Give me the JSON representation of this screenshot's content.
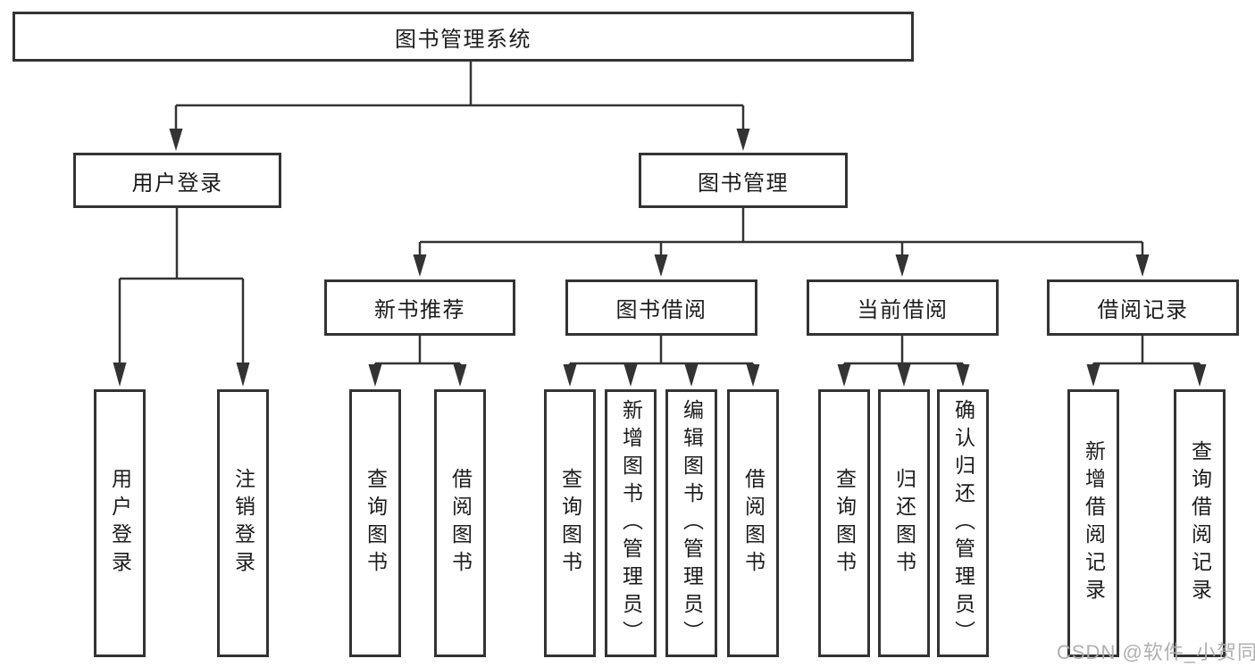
{
  "diagram_title": "图书管理系统",
  "nodes": {
    "root": {
      "label": "图书管理系统"
    },
    "user_login": {
      "label": "用户登录"
    },
    "book_mgmt": {
      "label": "图书管理"
    },
    "new_book_rec": {
      "label": "新书推荐"
    },
    "book_borrow": {
      "label": "图书借阅"
    },
    "current_borrow": {
      "label": "当前借阅"
    },
    "borrow_records": {
      "label": "借阅记录"
    },
    "leaf_user_login": {
      "label": "用户登录"
    },
    "leaf_logout": {
      "label": "注销登录"
    },
    "leaf_query_book_newrec": {
      "label": "查询图书"
    },
    "leaf_borrow_book_newrec": {
      "label": "借阅图书"
    },
    "leaf_query_book_borrow": {
      "label": "查询图书"
    },
    "leaf_add_book_admin": {
      "label": "新增图书（管理员）"
    },
    "leaf_edit_book_admin": {
      "label": "编辑图书（管理员）"
    },
    "leaf_borrow_book_borrow": {
      "label": "借阅图书"
    },
    "leaf_query_book_current": {
      "label": "查询图书"
    },
    "leaf_return_book": {
      "label": "归还图书"
    },
    "leaf_confirm_return_admin": {
      "label": "确认归还（管理员）"
    },
    "leaf_add_borrow_record": {
      "label": "新增借阅记录"
    },
    "leaf_query_borrow_record": {
      "label": "查询借阅记录"
    }
  },
  "hierarchy": {
    "图书管理系统": [
      "用户登录",
      "图书管理"
    ],
    "用户登录": [
      "用户登录",
      "注销登录"
    ],
    "图书管理": [
      "新书推荐",
      "图书借阅",
      "当前借阅",
      "借阅记录"
    ],
    "新书推荐": [
      "查询图书",
      "借阅图书"
    ],
    "图书借阅": [
      "查询图书",
      "新增图书（管理员）",
      "编辑图书（管理员）",
      "借阅图书"
    ],
    "当前借阅": [
      "查询图书",
      "归还图书",
      "确认归还（管理员）"
    ],
    "借阅记录": [
      "新增借阅记录",
      "查询借阅记录"
    ]
  },
  "watermark": {
    "text": "CSDN @软件_小贺同学"
  },
  "colors": {
    "line": "#333333",
    "box_border": "#333333",
    "text": "#1c1c1c",
    "watermark": "#acacac",
    "background": "#ffffff"
  }
}
